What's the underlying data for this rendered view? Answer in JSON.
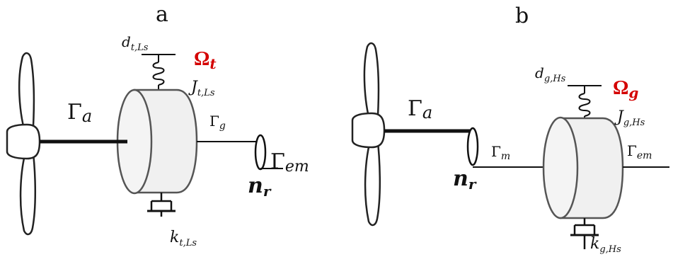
{
  "panels": [
    {
      "letter": "a",
      "labels": {
        "aero_torque": {
          "main": "Γ",
          "sub": "a"
        },
        "damping": {
          "main": "d",
          "sub": "t,Ls"
        },
        "speed": {
          "main": "Ω",
          "sub": "t"
        },
        "inertia": {
          "main": "J",
          "sub": "t,Ls"
        },
        "shaft_torque": {
          "main": "Γ",
          "sub": "g"
        },
        "em_torque": {
          "main": "Γ",
          "sub": "em"
        },
        "gear_ratio": {
          "main": "n",
          "sub": "r"
        },
        "stiffness": {
          "main": "k",
          "sub": "t,Ls"
        }
      }
    },
    {
      "letter": "b",
      "labels": {
        "aero_torque": {
          "main": "Γ",
          "sub": "a"
        },
        "damping": {
          "main": "d",
          "sub": "g,Hs"
        },
        "speed": {
          "main": "Ω",
          "sub": "g"
        },
        "inertia": {
          "main": "J",
          "sub": "g,Hs"
        },
        "mech_torque": {
          "main": "Γ",
          "sub": "m"
        },
        "em_torque": {
          "main": "Γ",
          "sub": "em"
        },
        "gear_ratio": {
          "main": "n",
          "sub": "r"
        },
        "stiffness": {
          "main": "k",
          "sub": "g,Hs"
        }
      }
    }
  ],
  "colors": {
    "highlight": "#d40000",
    "line": "#111111",
    "cylinder_fill": "#f0f0f0",
    "cylinder_stroke": "#555555"
  }
}
